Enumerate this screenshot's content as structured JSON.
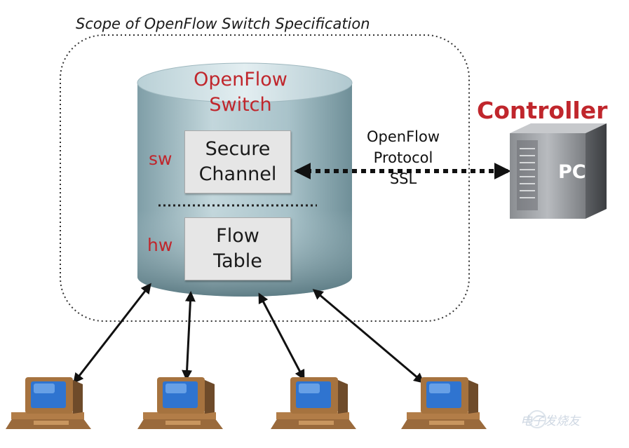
{
  "scope": {
    "title": "Scope of OpenFlow Switch Specification"
  },
  "switch": {
    "title_line1": "OpenFlow",
    "title_line2": "Switch",
    "sw_label": "sw",
    "hw_label": "hw",
    "secure_channel_line1": "Secure",
    "secure_channel_line2": "Channel",
    "flow_table_line1": "Flow",
    "flow_table_line2": "Table"
  },
  "link": {
    "protocol_line1": "OpenFlow",
    "protocol_line2": "Protocol",
    "protocol_line3": "SSL"
  },
  "controller": {
    "title": "Controller",
    "pc_label": "PC"
  },
  "hosts": [
    {
      "icon": "desktop-computer-icon"
    },
    {
      "icon": "desktop-computer-icon"
    },
    {
      "icon": "desktop-computer-icon"
    },
    {
      "icon": "desktop-computer-icon"
    }
  ],
  "watermark": {
    "text": "电子发烧友"
  },
  "colors": {
    "accent_red": "#c0262c",
    "cylinder_top": "#c9dde2",
    "cylinder_body": "#8fb0b9",
    "box_fill": "#e6e6e6",
    "monitor_screen": "#2f74d0"
  }
}
